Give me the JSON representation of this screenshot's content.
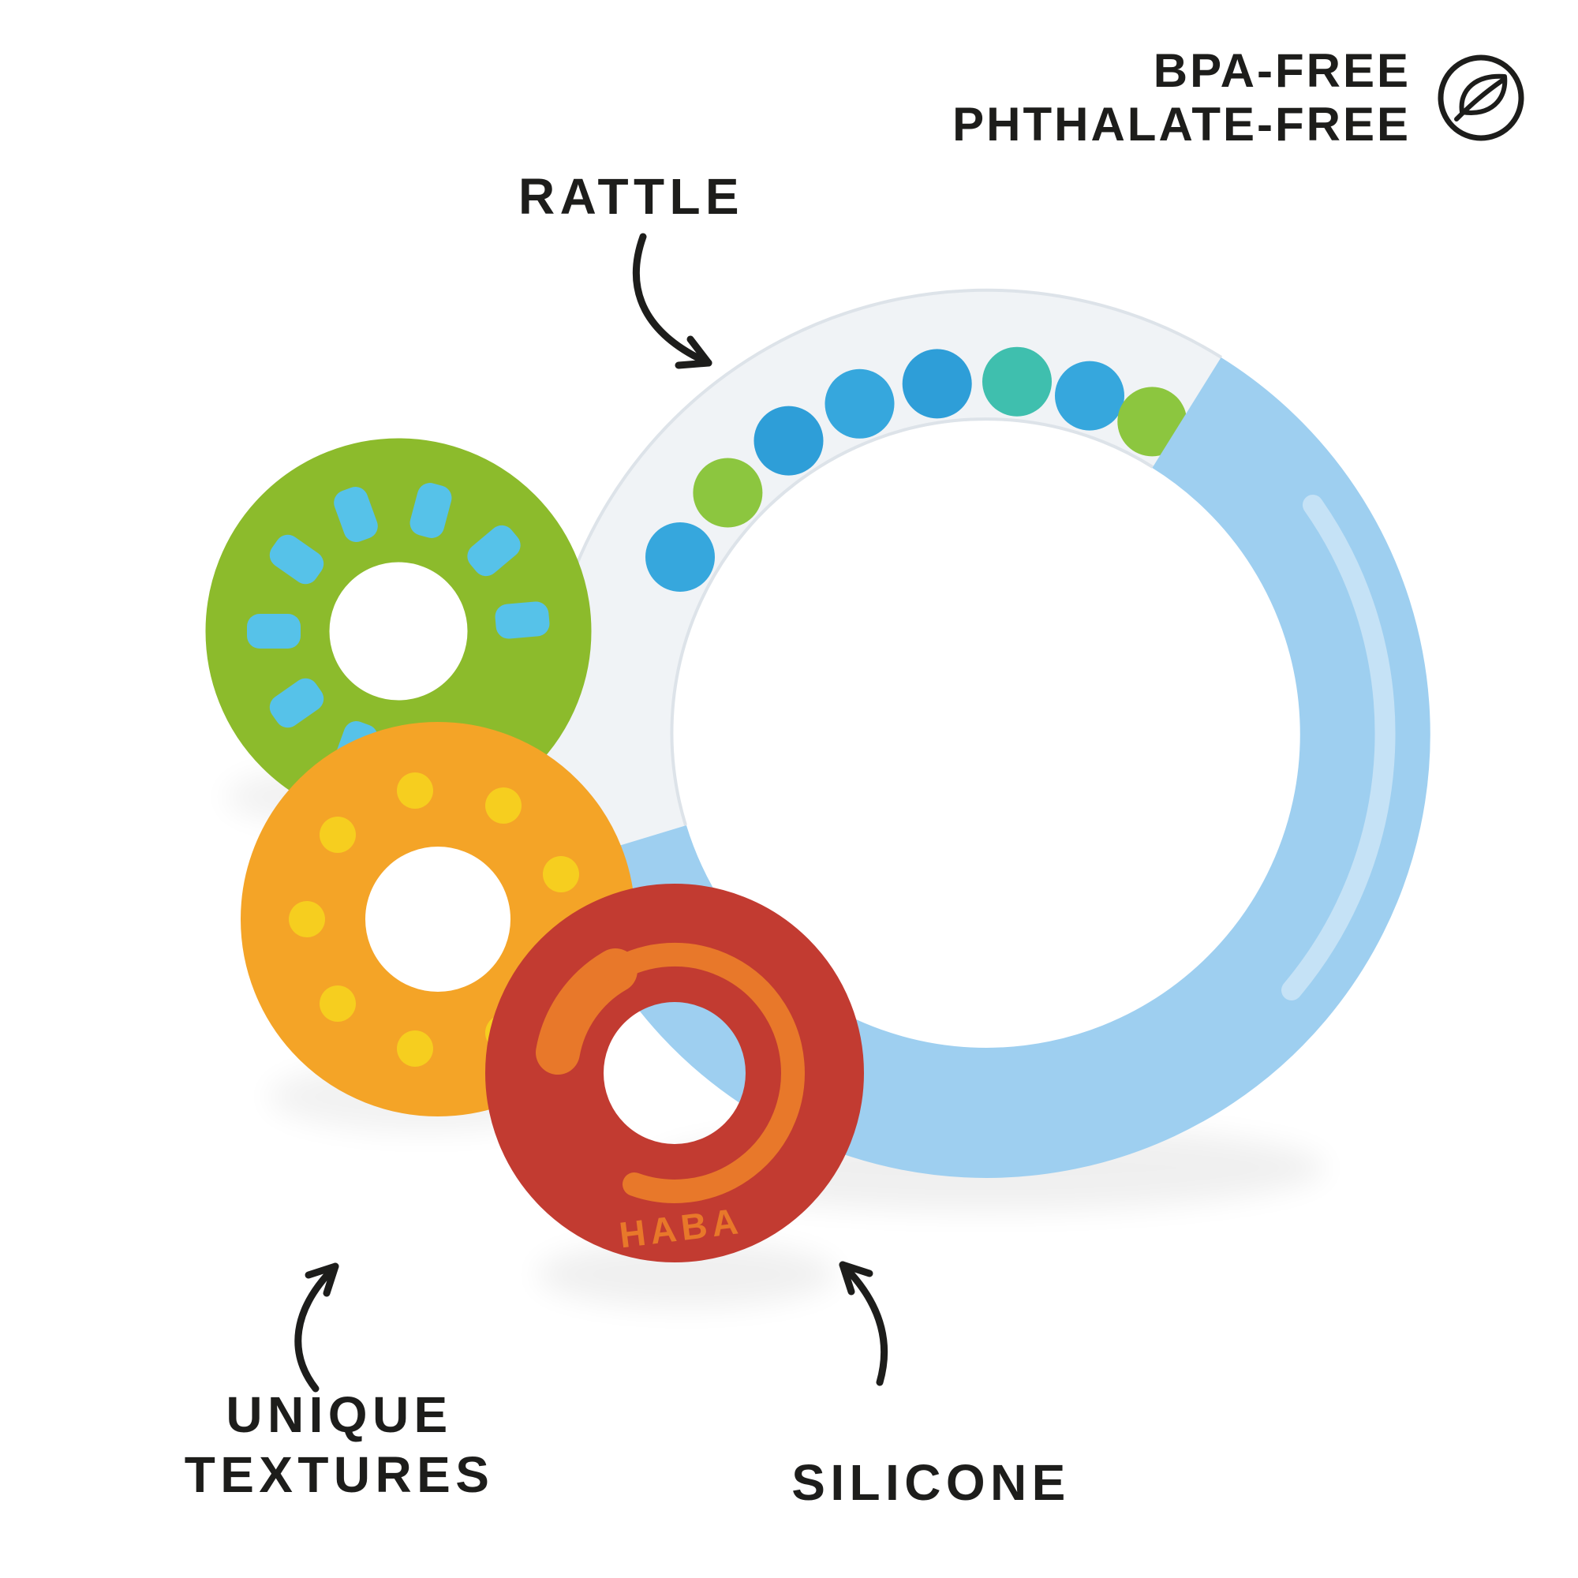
{
  "page": {
    "background": "#ffffff",
    "text_color": "#1d1d1b"
  },
  "header_badge": {
    "line1": "BPA-FREE",
    "line2": "PHTHALATE-FREE",
    "icon": "leaf-icon"
  },
  "annotations": [
    {
      "id": "rattle",
      "label": "RATTLE"
    },
    {
      "id": "unique-textures",
      "label_line1": "UNIQUE",
      "label_line2": "TEXTURES"
    },
    {
      "id": "silicone",
      "label": "SILICONE"
    }
  ],
  "toy": {
    "brand_mark": "HABA",
    "colors": {
      "ring_blue": "#9ECFF0",
      "ring_clear": "#F0F3F6",
      "ring_clear_edge": "#DDE3E9",
      "ring_green": "#8CBB2C",
      "green_studs": "#56C2E9",
      "ring_orange": "#F4A427",
      "orange_dots": "#F6CE1F",
      "ring_red": "#C23B31",
      "red_swirl": "#E8782A",
      "bead_blue": "#36A7DD",
      "bead_green": "#8CC63F",
      "bead_teal": "#3FBFAE"
    },
    "rattle_beads": [
      {
        "angle": 150,
        "color": "#36A7DD"
      },
      {
        "angle": 137,
        "color": "#8CC63F"
      },
      {
        "angle": 124,
        "color": "#2E9ED8"
      },
      {
        "angle": 111,
        "color": "#36A7DD"
      },
      {
        "angle": 98,
        "color": "#2E9ED8"
      },
      {
        "angle": 85,
        "color": "#3FBFAE"
      },
      {
        "angle": 73,
        "color": "#36A7DD"
      },
      {
        "angle": 62,
        "color": "#8CC63F"
      }
    ]
  }
}
